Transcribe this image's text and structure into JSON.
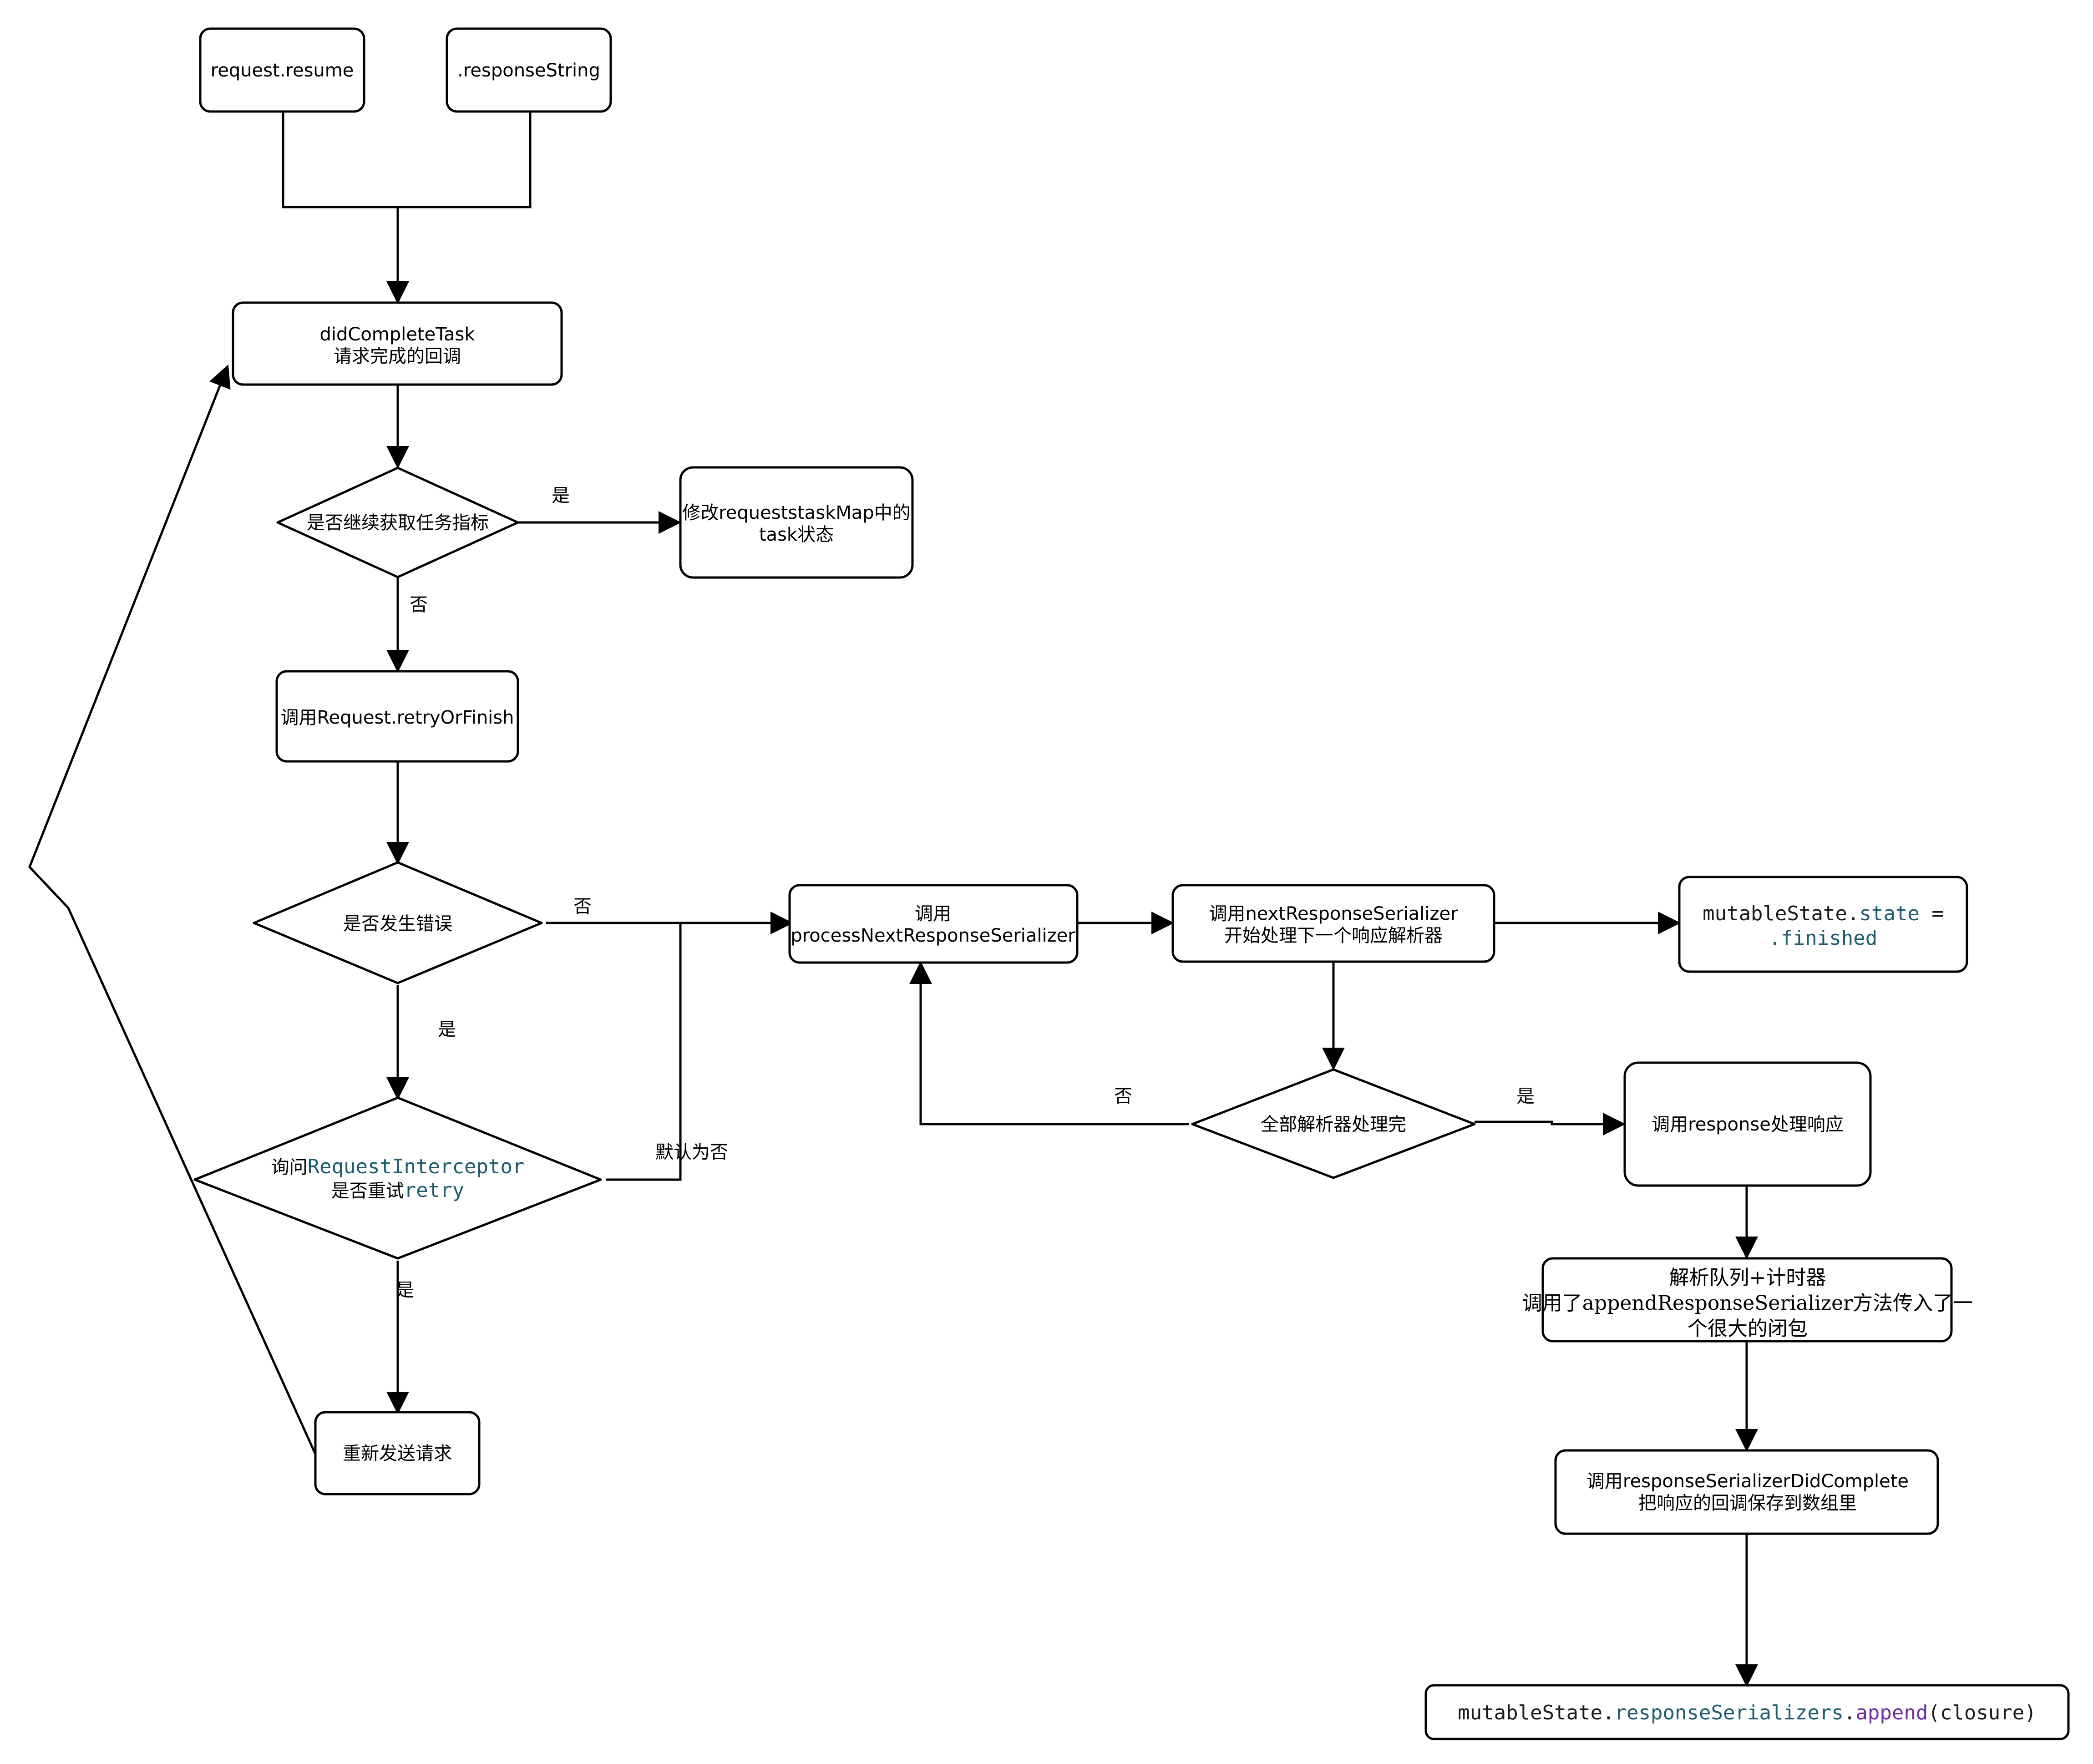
{
  "nodes": {
    "request_resume": "request.resume",
    "response_string": ".responseString",
    "did_complete_task": [
      "didCompleteTask",
      "请求完成的回调"
    ],
    "continue_metrics": "是否继续获取任务指标",
    "modify_task_map": [
      "修改requeststaskMap中的",
      "task状态"
    ],
    "retry_or_finish": "调用Request.retryOrFinish",
    "error_occurred": "是否发生错误",
    "ask_interceptor": {
      "line1_prefix": "询问",
      "line1_code": "RequestInterceptor",
      "line2_prefix": "是否重试",
      "line2_code": "retry"
    },
    "resend_request": "重新发送请求",
    "process_next": [
      "调用",
      "processNextResponseSerializer"
    ],
    "next_serializer": [
      "调用nextResponseSerializer",
      "开始处理下一个响应解析器"
    ],
    "mutable_state_finished": {
      "line1_a": "mutableState.",
      "line1_b": "state",
      "line1_c": " =",
      "line2": ".finished"
    },
    "all_done": "全部解析器处理完",
    "call_response": "调用response处理响应",
    "parse_queue": [
      "解析队列+计时器",
      "调用了appendResponseSerializer方法传入了一",
      "个很大的闭包"
    ],
    "did_complete": [
      "调用responseSerializerDidComplete",
      "把响应的回调保存到数组里"
    ],
    "append_closure": {
      "part1": "mutableState.",
      "part2": "responseSerializers",
      "part3": ".",
      "part4": "append",
      "part5": "(closure)"
    }
  },
  "edge_labels": {
    "metrics_yes": "是",
    "metrics_no": "否",
    "error_no": "否",
    "error_yes": "是",
    "default_no": "默认为否",
    "retry_yes": "是",
    "all_done_no": "否",
    "all_done_yes": "是"
  }
}
